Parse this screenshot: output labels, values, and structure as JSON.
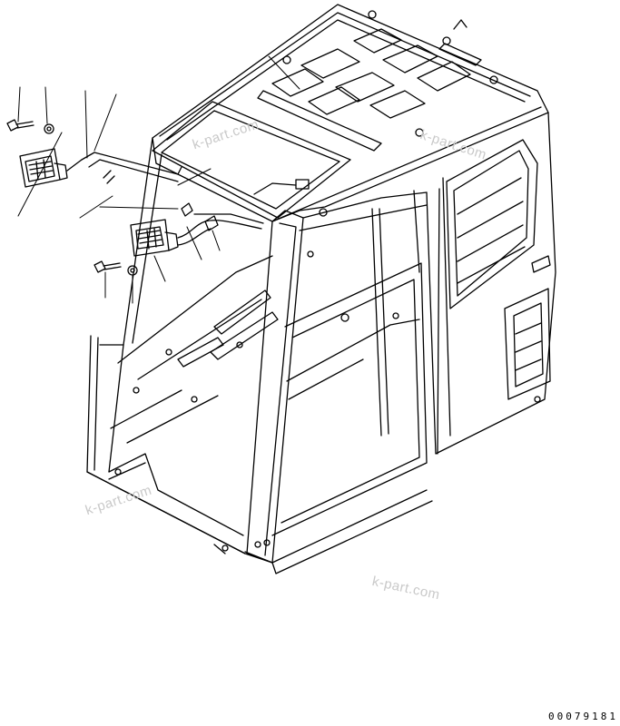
{
  "watermarks": [
    "k-part.com",
    "k-part.com",
    "k-part.com",
    "k-part.com"
  ],
  "drawing_number": "00079181",
  "colors": {
    "line": "#000000",
    "background": "#ffffff",
    "watermark": "#c9c9c9"
  },
  "parts": [
    {
      "name": "bolt",
      "count": 2
    },
    {
      "name": "washer",
      "count": 2
    },
    {
      "name": "work-lamp",
      "count": 2
    },
    {
      "name": "wiring-harness",
      "count": 1
    },
    {
      "name": "clamp",
      "count": 2
    }
  ]
}
